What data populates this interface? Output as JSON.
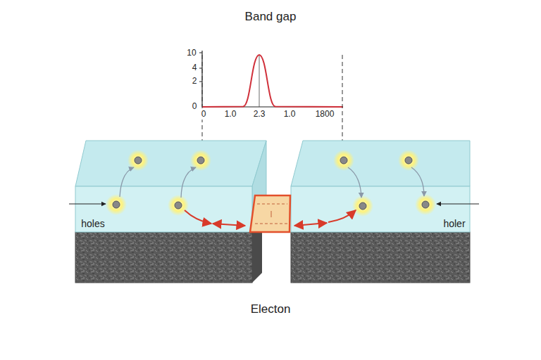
{
  "diagram": {
    "title": "Band gap",
    "labels": [
      "10",
      "4",
      "2",
      "0",
      "0",
      "1.0",
      "2.3",
      "1.0",
      "1800",
      "holes",
      "holer",
      "Electon"
    ]
  }
}
